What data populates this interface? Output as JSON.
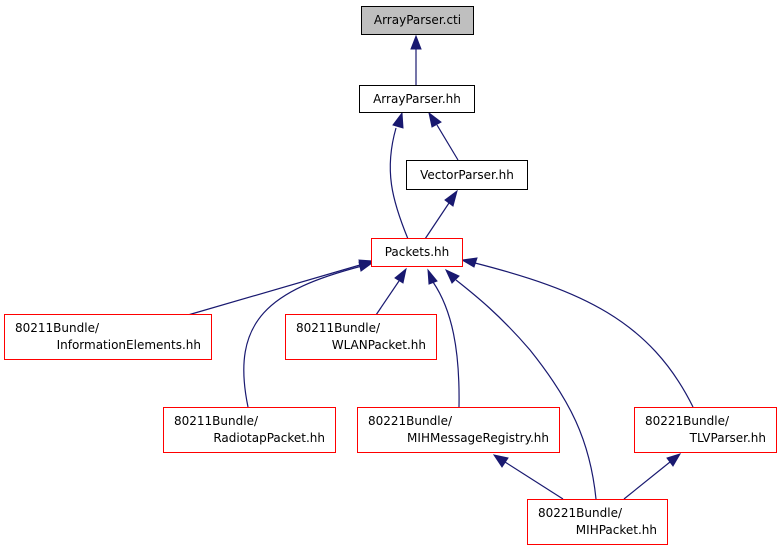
{
  "diagram": {
    "title": "ArrayParser.cti include dependency graph",
    "nodes": [
      {
        "id": "arrayparser-cti",
        "label": "ArrayParser.cti",
        "style": "highlighted"
      },
      {
        "id": "arrayparser-hh",
        "label": "ArrayParser.hh",
        "style": "normal"
      },
      {
        "id": "vectorparser-hh",
        "label": "VectorParser.hh",
        "style": "normal"
      },
      {
        "id": "packets-hh",
        "label": "Packets.hh",
        "style": "truncated"
      },
      {
        "id": "informationelements-hh",
        "line1": "80211Bundle/",
        "line2": "InformationElements.hh",
        "style": "truncated"
      },
      {
        "id": "wlanpacket-hh",
        "line1": "80211Bundle/",
        "line2": "WLANPacket.hh",
        "style": "truncated"
      },
      {
        "id": "radiotappacket-hh",
        "line1": "80211Bundle/",
        "line2": "RadiotapPacket.hh",
        "style": "truncated"
      },
      {
        "id": "mihmessageregistry-hh",
        "line1": "80221Bundle/",
        "line2": "MIHMessageRegistry.hh",
        "style": "truncated"
      },
      {
        "id": "tlvparser-hh",
        "line1": "80221Bundle/",
        "line2": "TLVParser.hh",
        "style": "truncated"
      },
      {
        "id": "mihpacket-hh",
        "line1": "80221Bundle/",
        "line2": "MIHPacket.hh",
        "style": "truncated"
      }
    ],
    "edges": [
      {
        "from": "arrayparser-hh",
        "to": "arrayparser-cti"
      },
      {
        "from": "packets-hh",
        "to": "arrayparser-hh"
      },
      {
        "from": "vectorparser-hh",
        "to": "arrayparser-hh"
      },
      {
        "from": "packets-hh",
        "to": "vectorparser-hh"
      },
      {
        "from": "informationelements-hh",
        "to": "packets-hh"
      },
      {
        "from": "radiotappacket-hh",
        "to": "packets-hh"
      },
      {
        "from": "wlanpacket-hh",
        "to": "packets-hh"
      },
      {
        "from": "mihmessageregistry-hh",
        "to": "packets-hh"
      },
      {
        "from": "mihpacket-hh",
        "to": "packets-hh"
      },
      {
        "from": "tlvparser-hh",
        "to": "packets-hh"
      },
      {
        "from": "mihpacket-hh",
        "to": "mihmessageregistry-hh"
      },
      {
        "from": "mihpacket-hh",
        "to": "tlvparser-hh"
      }
    ],
    "colors": {
      "edge": "#191970",
      "highlight_fill": "#bfbfbf",
      "normal_border": "#000000",
      "truncated_border": "#ff0000"
    }
  }
}
